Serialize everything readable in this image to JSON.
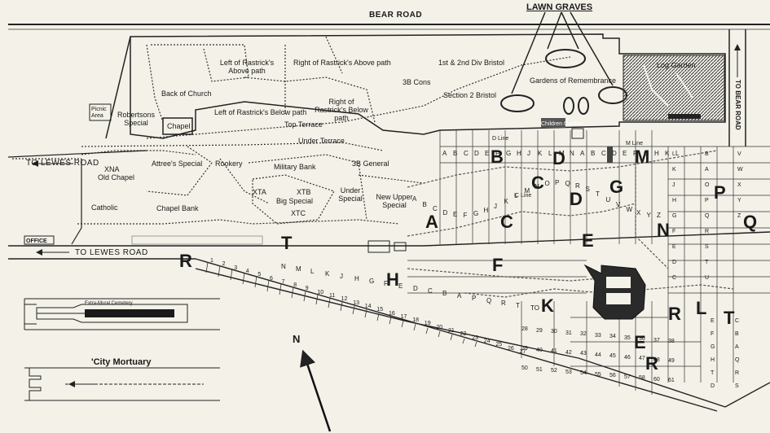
{
  "roads": {
    "bear_road": "BEAR ROAD",
    "to_bear_road": "TO BEAR ROAD",
    "to_lewes_road_top": "TO LEWES ROAD",
    "to_lewes_road_bottom": "TO LEWES ROAD"
  },
  "features": {
    "lawn_graves": "LAWN GRAVES",
    "log_garden": "Log Garden",
    "gardens_of_remembrance": "Gardens of Remembrance",
    "childrens_garden": "Children Garden",
    "chapel": "Chapel",
    "office": "OFFICE",
    "picnic_area": "Picnic Area",
    "extra_mural_cemetery": "Extra-Mural Cemetery",
    "city_mortuary": "'City Mortuary",
    "north": "N"
  },
  "areas": [
    "Left of Rastrick's Above path",
    "Right of Rastrick's Above path",
    "1st & 2nd Div Bristol",
    "3B Cons",
    "Section 2 Bristol",
    "Back of Church",
    "Left of Rastrick's Below path",
    "Right of Rastrick's Below path",
    "Top Terrace",
    "Robertsons Special",
    "Under Terrace",
    "Attree's Special",
    "Rookery",
    "Military Bank",
    "3B General",
    "XNA",
    "Old Chapel",
    "XTA",
    "XTB",
    "Big Special",
    "XTC",
    "Under Special",
    "New Upper Special",
    "Catholic",
    "Chapel Bank",
    "C Line",
    "D Line",
    "M Line"
  ],
  "sections": [
    "B",
    "C",
    "D",
    "G",
    "M",
    "P",
    "Q",
    "A",
    "C",
    "D",
    "E",
    "F",
    "N",
    "T",
    "R",
    "H",
    "K",
    "R",
    "T",
    "L",
    "E",
    "R"
  ],
  "plots": {
    "row_top": [
      "A",
      "B",
      "C",
      "D",
      "E",
      "F",
      "G",
      "H",
      "J",
      "K",
      "L",
      "M",
      "N",
      "A",
      "B",
      "C",
      "D",
      "E",
      "F",
      "G",
      "H",
      "K",
      "L"
    ],
    "row_mid": [
      "A",
      "B",
      "C",
      "D",
      "E",
      "F",
      "G",
      "H",
      "J",
      "K",
      "L",
      "M",
      "N",
      "O",
      "P",
      "Q",
      "R",
      "S",
      "T",
      "U",
      "V",
      "W",
      "X",
      "Y",
      "Z"
    ],
    "diag_row": [
      "1",
      "2",
      "3",
      "4",
      "5",
      "6",
      "7",
      "8",
      "9",
      "10",
      "11",
      "12",
      "13",
      "14",
      "15",
      "16",
      "17",
      "18",
      "19",
      "20",
      "21",
      "22",
      "23",
      "24",
      "25",
      "26",
      "27"
    ],
    "lower_nums": [
      "28",
      "29",
      "30",
      "31",
      "32",
      "33",
      "34",
      "35",
      "36",
      "37",
      "38",
      "39",
      "40",
      "41",
      "42",
      "43",
      "44",
      "45",
      "46",
      "47",
      "48",
      "49",
      "50",
      "51",
      "52",
      "53",
      "54",
      "55",
      "56",
      "57",
      "58",
      "60",
      "61"
    ],
    "lower_letters": [
      "N",
      "M",
      "L",
      "K",
      "J",
      "H",
      "G",
      "F",
      "E",
      "D",
      "C",
      "B",
      "A",
      "P",
      "Q",
      "R",
      "T",
      "TO"
    ],
    "right_cols": [
      "L",
      "K",
      "J",
      "H",
      "G",
      "F",
      "E",
      "D",
      "C",
      "B",
      "A",
      "O",
      "P",
      "Q",
      "R",
      "S",
      "T",
      "U",
      "V",
      "W",
      "X",
      "Y",
      "Z"
    ],
    "bottom_right": [
      "E",
      "F",
      "G",
      "H",
      "T",
      "D",
      "C",
      "B",
      "A",
      "Q",
      "R",
      "S"
    ]
  }
}
